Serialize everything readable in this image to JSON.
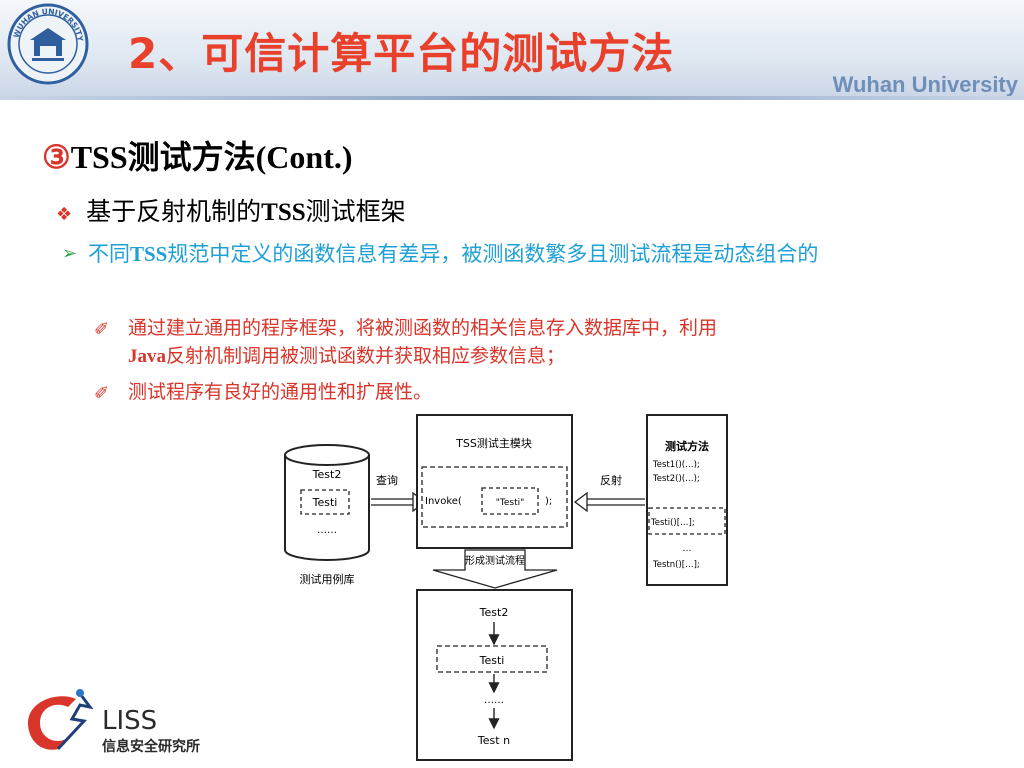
{
  "slide_title": "2、可信计算平台的测试方法",
  "brand": "Wuhan University",
  "section": {
    "num": "③",
    "text": "TSS测试方法(Cont.)"
  },
  "bullet1": {
    "prefix": "基于反射机制的",
    "bold": "TSS",
    "suffix": "测试框架"
  },
  "bullet2": {
    "prefix": "不同",
    "bold": "TSS",
    "suffix": "规范中定义的函数信息有差异，被测函数繁多且测试流程是动态组合的"
  },
  "bullet3": {
    "line1": "通过建立通用的程序框架，将被测函数的相关信息存入数据库中，利用",
    "bold": "Java",
    "line2": "反射机制调用被测试函数并获取相应参数信息；"
  },
  "bullet4": {
    "text": "测试程序有良好的通用性和扩展性。"
  },
  "diagram": {
    "db": {
      "item1": "Test2",
      "item2": "Testi",
      "item3": "……",
      "label": "测试用例库"
    },
    "query_label": "查询",
    "main": {
      "title": "TSS测试主模块",
      "invoke": "Invoke(",
      "param": "\"Testi\"",
      "close": ");"
    },
    "reflect_label": "反射",
    "methods": {
      "title": "测试方法",
      "m1": "Test1()(…);",
      "m2": "Test2()(…);",
      "mi": "Testi()[…];",
      "dots": "…",
      "mn": "Testn()[…];"
    },
    "arrow_label": "形成测试流程",
    "flow": {
      "s1": "Test2",
      "s2": "Testi",
      "s3": "……",
      "s4": "Test n"
    }
  },
  "footer_logo": {
    "name": "LISS",
    "subtitle": "信息安全研究所"
  },
  "emblem_text": "WUHAN UNIVERSITY"
}
